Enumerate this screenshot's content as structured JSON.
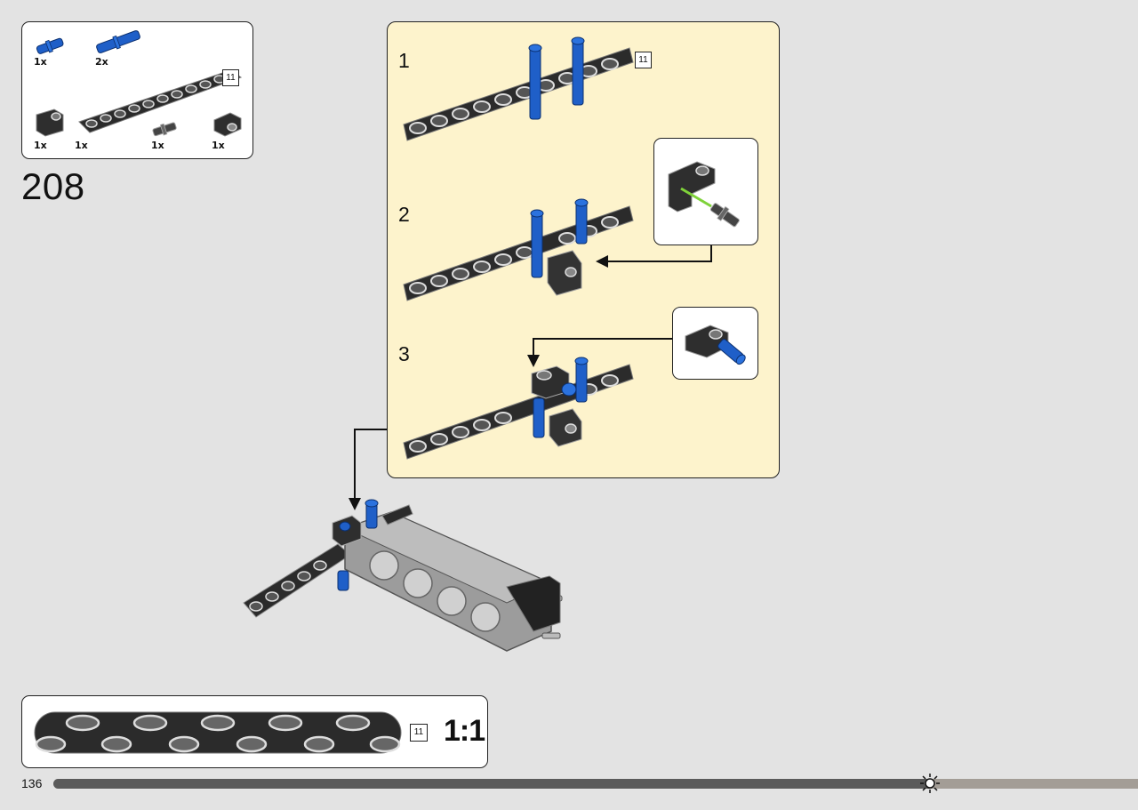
{
  "parts_list": {
    "items": [
      {
        "qty": "1x",
        "icon": "short-blue-pin-icon"
      },
      {
        "qty": "2x",
        "icon": "long-blue-pin-icon"
      },
      {
        "qty": "1x",
        "icon": "angle-connector-icon"
      },
      {
        "qty": "1x",
        "icon": "beam-11-icon"
      },
      {
        "qty": "1x",
        "icon": "axle-pin-icon"
      },
      {
        "qty": "1x",
        "icon": "cross-block-icon"
      }
    ],
    "beam_length": "11"
  },
  "step_number": "208",
  "substeps": [
    {
      "number": "1",
      "length": "11"
    },
    {
      "number": "2"
    },
    {
      "number": "3"
    }
  ],
  "scale_ruler": {
    "length": "11",
    "label": "1:1"
  },
  "page_number": "136",
  "colors": {
    "background": "#e3e3e3",
    "substep_panel": "#fdf3cc",
    "beam": "#2b2b2b",
    "pin_blue": "#1f5fc8",
    "progress_dark": "#5a5a5a",
    "progress_light": "#a39d96"
  }
}
